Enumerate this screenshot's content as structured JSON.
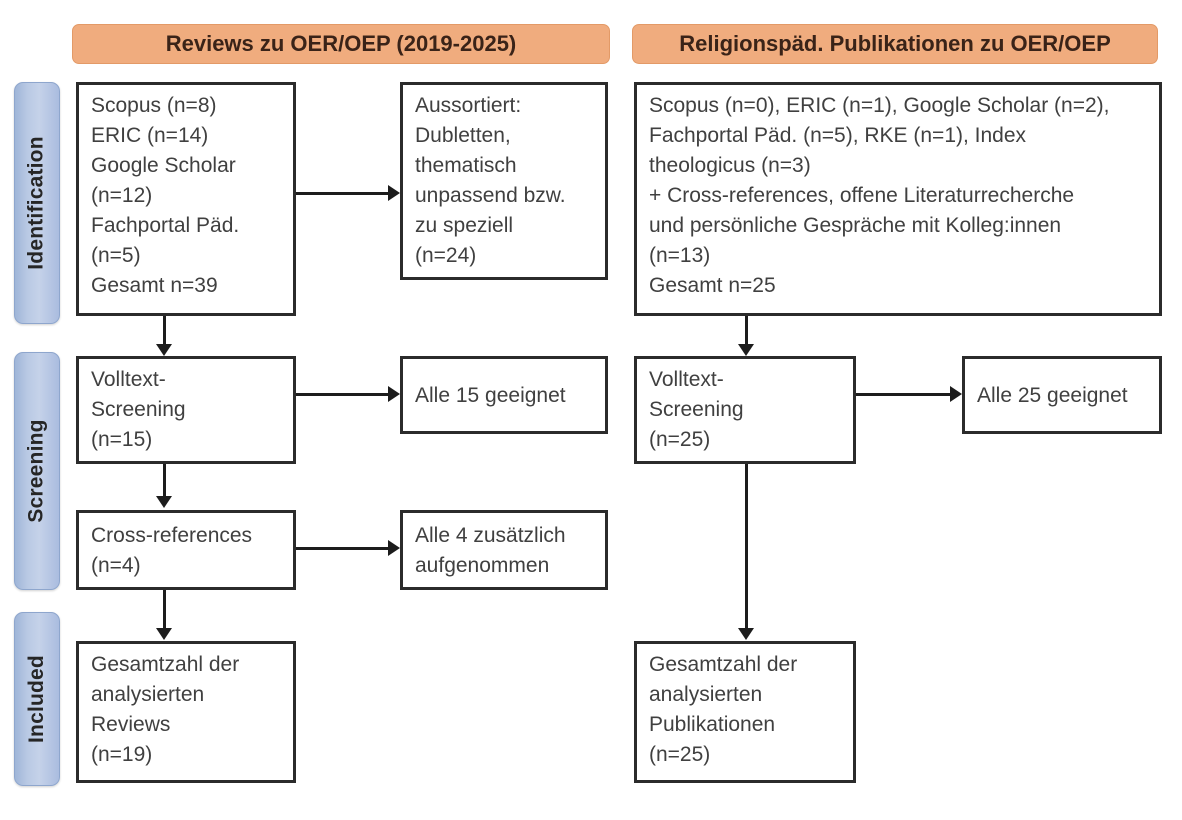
{
  "headers": {
    "left": "Reviews zu OER/OEP (2019-2025)",
    "right": "Religionspäd. Publikationen zu OER/OEP"
  },
  "phases": [
    {
      "label": "Identification"
    },
    {
      "label": "Screening"
    },
    {
      "label": "Included"
    }
  ],
  "colors": {
    "header_bg": "#f0ac7e",
    "phase_bg": "#b9c9e4",
    "box_border": "#2b2b2b",
    "text": "#404040"
  },
  "left_column": {
    "identification": {
      "lines": [
        "Scopus (n=8)",
        "ERIC (n=14)",
        "Google Scholar",
        "(n=12)",
        "Fachportal Päd.",
        "(n=5)",
        "Gesamt n=39"
      ]
    },
    "excluded": {
      "lines": [
        "Aussortiert:",
        "Dubletten,",
        "thematisch",
        "unpassend bzw.",
        "zu speziell",
        "(n=24)"
      ]
    },
    "screening": {
      "lines": [
        "Volltext-",
        "Screening",
        "(n=15)"
      ]
    },
    "screening_result": {
      "lines": [
        "Alle 15 geeignet"
      ]
    },
    "cross_references": {
      "lines": [
        "Cross-references",
        "(n=4)"
      ]
    },
    "cross_references_result": {
      "lines": [
        "Alle 4 zusätzlich",
        "aufgenommen"
      ]
    },
    "included": {
      "lines": [
        "Gesamtzahl der",
        "analysierten",
        "Reviews",
        "(n=19)"
      ]
    }
  },
  "right_column": {
    "identification": {
      "lines": [
        "Scopus (n=0), ERIC (n=1), Google Scholar (n=2),",
        "Fachportal Päd. (n=5), RKE (n=1), Index",
        "theologicus (n=3)",
        "+ Cross-references, offene Literaturrecherche",
        "und persönliche Gespräche mit Kolleg:innen",
        "(n=13)",
        "Gesamt n=25"
      ]
    },
    "screening": {
      "lines": [
        "Volltext-",
        "Screening",
        "(n=25)"
      ]
    },
    "screening_result": {
      "lines": [
        "Alle 25 geeignet"
      ]
    },
    "included": {
      "lines": [
        "Gesamtzahl der",
        "analysierten",
        "Publikationen",
        "(n=25)"
      ]
    }
  }
}
